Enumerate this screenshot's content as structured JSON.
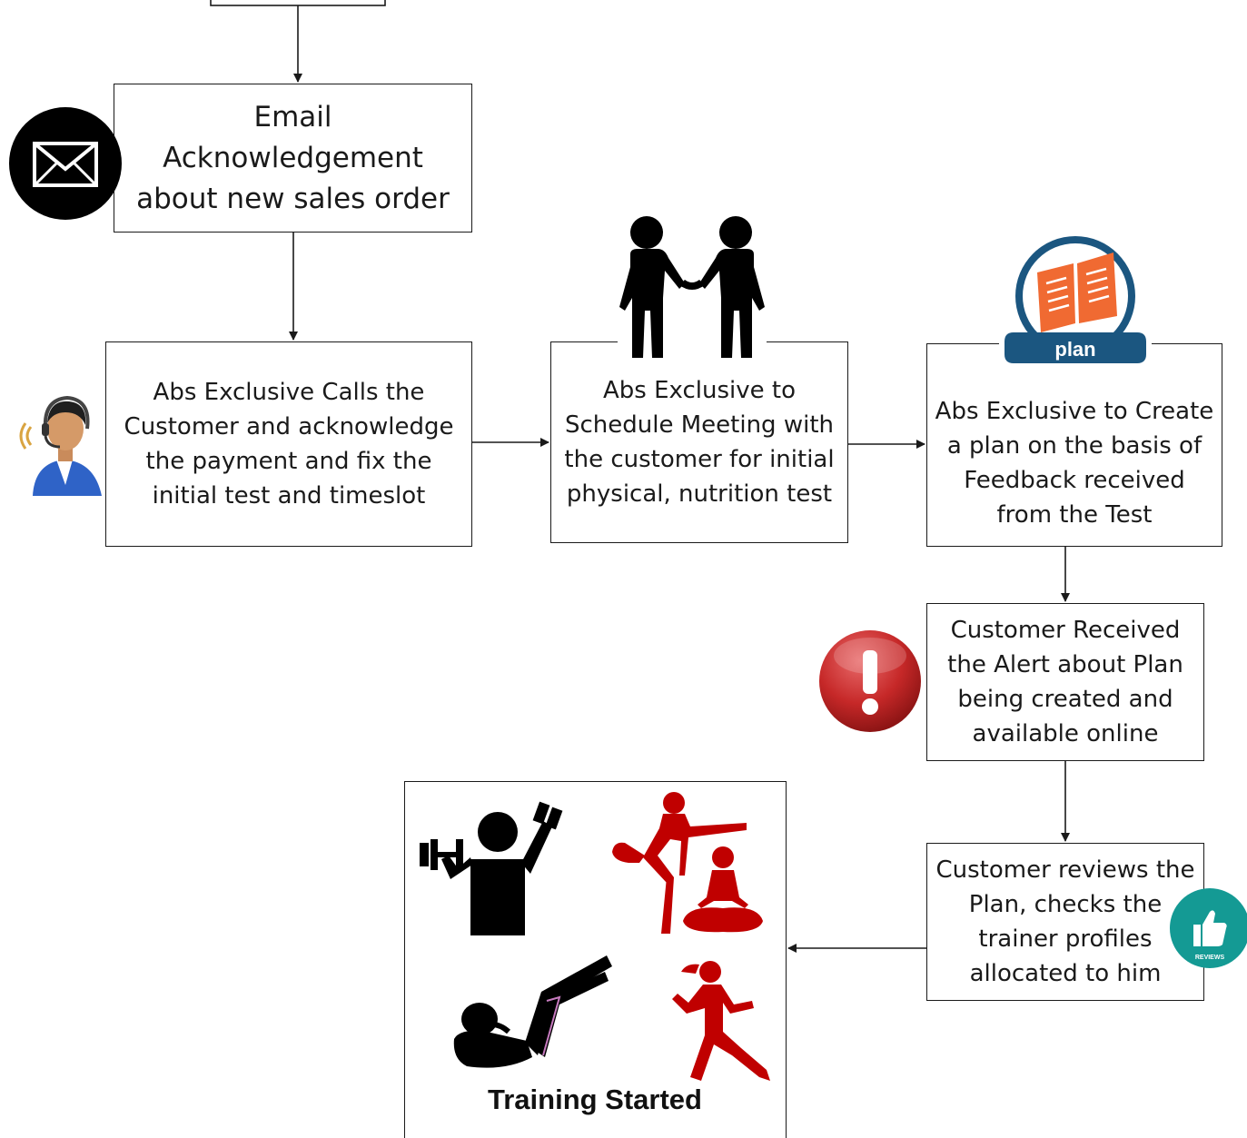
{
  "steps": [
    {
      "id": "email_ack",
      "text": "Email\nAcknowledgement\nabout new sales order"
    },
    {
      "id": "calls_customer",
      "text": "Abs Exclusive Calls the\nCustomer and acknowledge\nthe payment and fix the\ninitial test and timeslot"
    },
    {
      "id": "schedule_meeting",
      "text": "Abs Exclusive to\nSchedule Meeting with\nthe customer for initial\nphysical, nutrition test"
    },
    {
      "id": "create_plan",
      "text": "Abs Exclusive to Create\na plan on the basis of\nFeedback received\nfrom the Test"
    },
    {
      "id": "alert_received",
      "text": "Customer Received\nthe Alert about Plan\nbeing created and\navailable online"
    },
    {
      "id": "reviews_plan",
      "text": "Customer reviews the\nPlan, checks the\ntrainer profiles\nallocated to him"
    }
  ],
  "final_step": {
    "label": "Training Started"
  },
  "icons": {
    "email": "envelope-icon",
    "agent": "call-agent-icon",
    "meeting": "handshake-icon",
    "plan": "plan-badge-icon",
    "plan_label": "plan",
    "alert": "alert-icon",
    "reviews": "thumbs-up-reviews-icon",
    "reviews_label": "REVIEWS"
  },
  "colors": {
    "border": "#1a1a1a",
    "exercise_red": "#c00000",
    "alert_red": "#c62828",
    "reviews_teal": "#149a94",
    "plan_blue": "#1b5680",
    "plan_orange": "#f06a32"
  }
}
